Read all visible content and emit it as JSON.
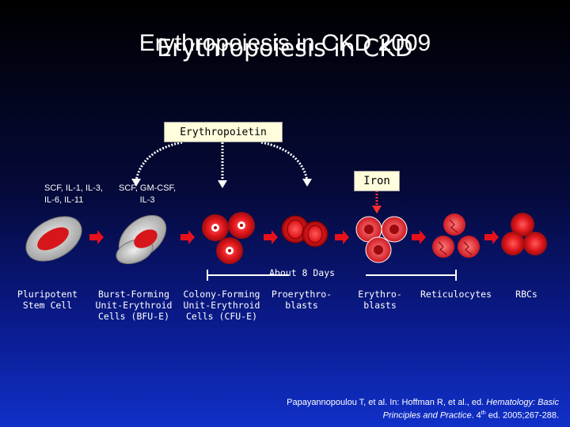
{
  "title": {
    "layer1": "Erythropoiesis in CKD 2009",
    "layer2": "Erythropoiesis in CKD"
  },
  "erythropoietin_label": "Erythropoietin",
  "iron_label": "Iron",
  "cytokines": {
    "group1_line1": "SCF, IL-1, IL-3,",
    "group1_line2": "IL-6, IL-11",
    "group2_line1": "SCF, GM-CSF,",
    "group2_line2": "IL-3"
  },
  "duration_label": "About 8 Days",
  "stages": [
    {
      "label": "Pluripotent\nStem Cell"
    },
    {
      "label": "Burst-Forming\nUnit-Erythroid\nCells (BFU-E)"
    },
    {
      "label": "Colony-Forming\nUnit-Erythroid\nCells (CFU-E)"
    },
    {
      "label": "Proerythro-\nblasts"
    },
    {
      "label": "Erythro-\nblasts"
    },
    {
      "label": "Reticulocytes"
    },
    {
      "label": "RBCs"
    }
  ],
  "citation": {
    "line1_plain": "Papayannopoulou T, et al. In: Hoffman R, et al., ed. ",
    "line1_italic": "Hematology: Basic",
    "line2_italic": "Principles and Practice",
    "line2_plain_a": ". 4",
    "line2_sup": "th",
    "line2_plain_b": " ed. 2005;267-288."
  },
  "colors": {
    "cell_red": "#e0161b",
    "cell_dark": "#b00e12",
    "arrow_red": "#e8101a",
    "stem_gray": "#c8c8c8",
    "label_box": "#fffddc"
  }
}
